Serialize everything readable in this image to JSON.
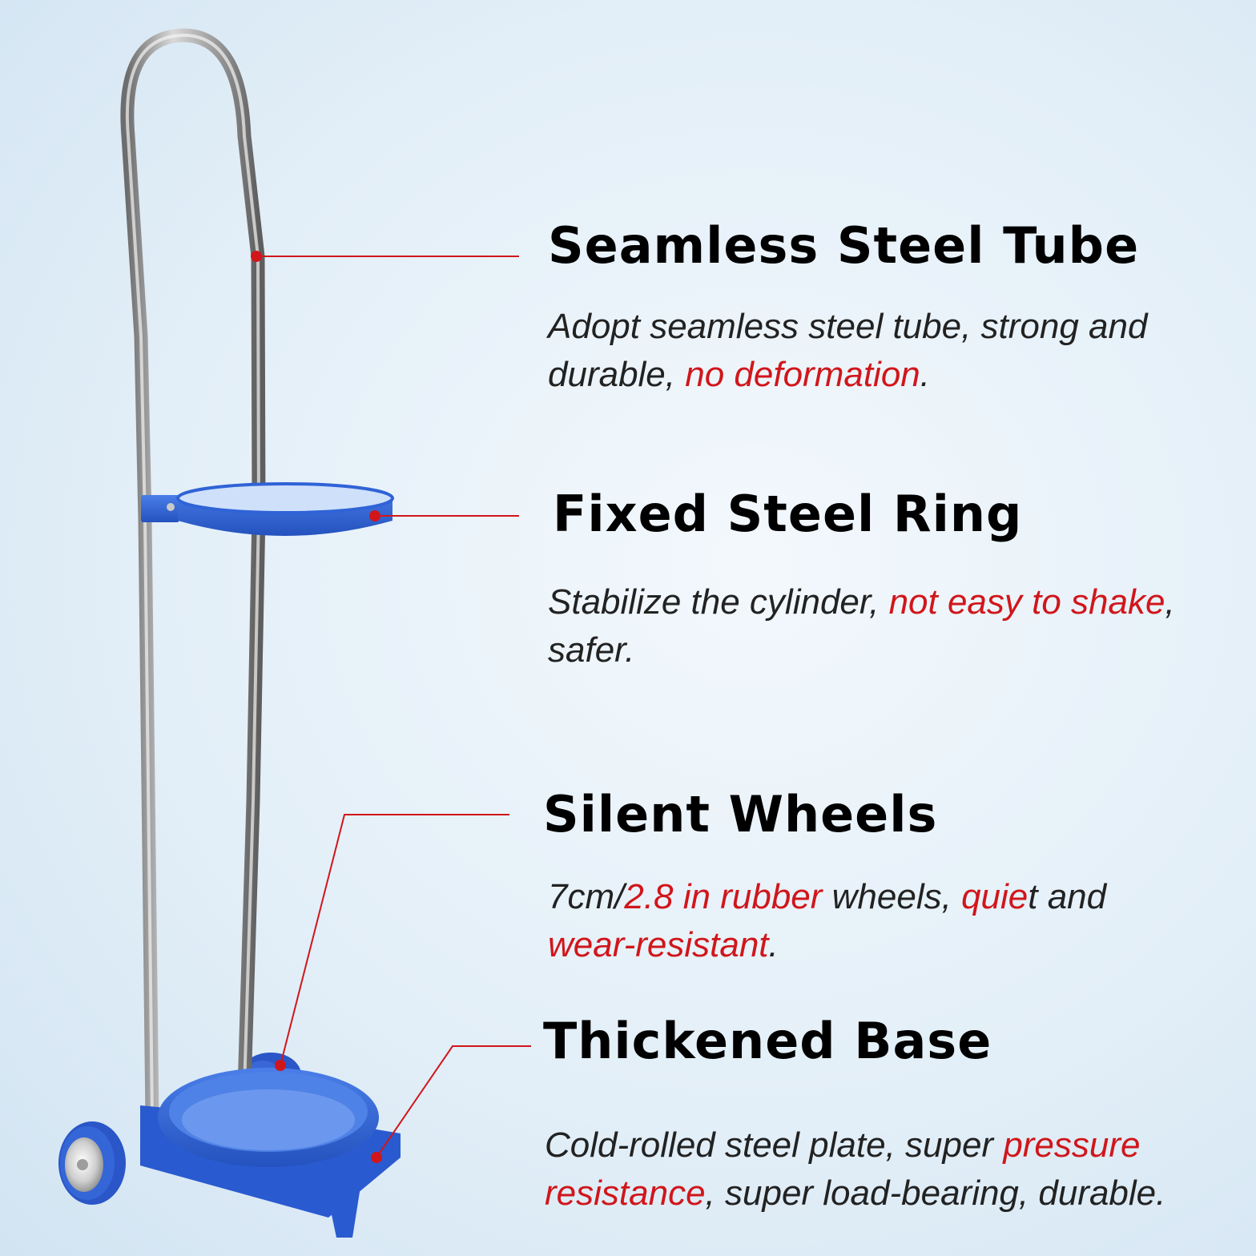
{
  "features": [
    {
      "title": "Seamless Steel Tube",
      "desc_lines": [
        [
          {
            "t": "Adopt seamless steel tube, strong and",
            "red": false
          }
        ],
        [
          {
            "t": "durable, ",
            "red": false
          },
          {
            "t": "no deformation",
            "red": true
          },
          {
            "t": ".",
            "red": false
          }
        ]
      ]
    },
    {
      "title": "Fixed Steel Ring",
      "desc_lines": [
        [
          {
            "t": "Stabilize the cylinder, ",
            "red": false
          },
          {
            "t": "not easy to shake",
            "red": true
          },
          {
            "t": ",",
            "red": false
          }
        ],
        [
          {
            "t": "safer.",
            "red": false
          }
        ]
      ]
    },
    {
      "title": "Silent Wheels",
      "desc_lines": [
        [
          {
            "t": "7cm/",
            "red": false
          },
          {
            "t": "2.8 in rubber",
            "red": true
          },
          {
            "t": " wheels, ",
            "red": false
          },
          {
            "t": "quie",
            "red": true
          },
          {
            "t": "t and",
            "red": false
          }
        ],
        [
          {
            "t": "wear-resistant",
            "red": true
          },
          {
            "t": ".",
            "red": false
          }
        ]
      ]
    },
    {
      "title": "Thickened Base",
      "desc_lines": [
        [
          {
            "t": "Cold-rolled steel plate, super ",
            "red": false
          },
          {
            "t": "pressure",
            "red": true
          }
        ],
        [
          {
            "t": "resistance",
            "red": true
          },
          {
            "t": ", super load-bearing, durable.",
            "red": false
          }
        ]
      ]
    }
  ],
  "colors": {
    "accent_red": "#d0161b",
    "trolley_blue": "#2f63d6",
    "steel_tube": "#9a9a9a",
    "background": "#e3eff8"
  }
}
